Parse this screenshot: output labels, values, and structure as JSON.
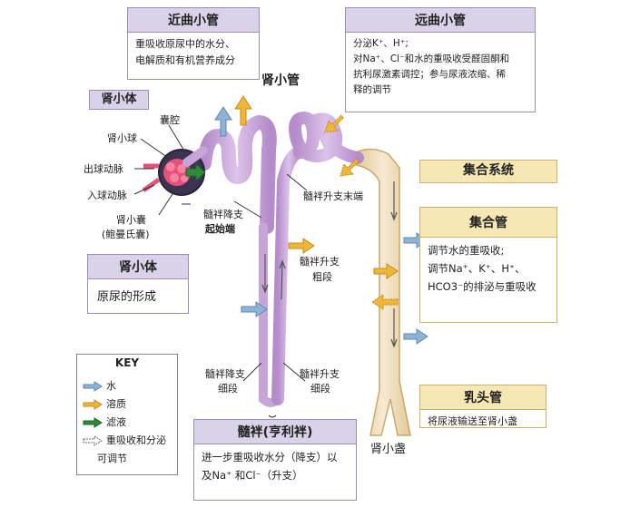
{
  "proximal": {
    "title": "近曲小管",
    "desc_1": "重吸收原尿中的水分、",
    "desc_2": "电解质和有机营养成分"
  },
  "distal": {
    "title": "远曲小管",
    "desc_1": "分泌K⁺、H⁺;",
    "desc_2": "对Na⁺、Cl⁻和水的重吸收受醛固酮和",
    "desc_3": "抗利尿激素调控；参与尿液浓缩、稀",
    "desc_4": "释的调节"
  },
  "collecting_system": {
    "title": "集合系统"
  },
  "collecting_duct": {
    "title": "集合管",
    "desc_1": "调节水的重吸收;",
    "desc_2": "调节Na⁺、K⁺、H⁺、",
    "desc_3": "HCO3⁻的排泌与重吸收"
  },
  "papillary": {
    "title": "乳头管",
    "desc": "将尿液输送至肾小盏"
  },
  "loop": {
    "title": "髓袢(亨利袢)",
    "desc_1": "进一步重吸收水分（降支）以",
    "desc_2": "及Na⁺ 和Cl⁻（升支）"
  },
  "corpuscle_label": "肾小体",
  "corpuscle_box": {
    "title": "肾小体",
    "desc": "原尿的形成"
  },
  "labels": {
    "capsule_cavity": "囊腔",
    "glomerulus": "肾小球",
    "efferent": "出球动脉",
    "afferent": "入球动脉",
    "bowman_1": "肾小囊",
    "bowman_2": "(鲍曼氏囊)",
    "tubule": "肾小管",
    "desc_start_1": "髓袢降支",
    "desc_start_2": "起始端",
    "asc_end": "髓袢升支末端",
    "thick_1": "髓袢升支",
    "thick_2": "粗段",
    "thin_desc_1": "髓袢降支",
    "thin_desc_2": "细段",
    "thin_asc_1": "髓袢升支",
    "thin_asc_2": "细段",
    "calyx": "肾小盏"
  },
  "key": {
    "title": "KEY",
    "water": "水",
    "solute": "溶质",
    "filtrate": "滤液",
    "regulated_1": "重吸收和分泌",
    "regulated_2": "可调节"
  },
  "colors": {
    "water": "#8fb3d4",
    "solute": "#f0b63a",
    "filtrate": "#2e8b3a",
    "tubule": "#c7a5d8",
    "duct": "#efdcb5"
  }
}
